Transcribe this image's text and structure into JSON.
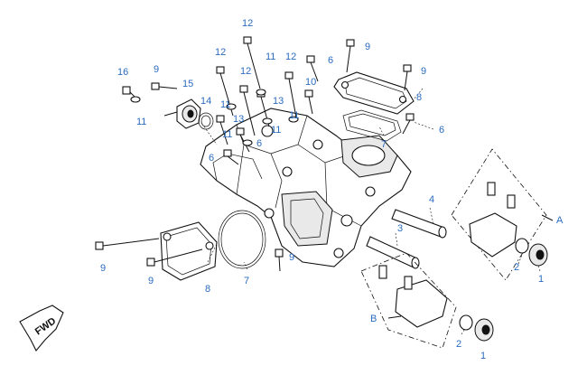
{
  "callouts": {
    "c12a": "12",
    "c12b": "12",
    "c12c": "12",
    "c12d": "12",
    "c9a": "9",
    "c9b": "9",
    "c9c": "9",
    "c9d": "9",
    "c9e": "9",
    "c9f": "9",
    "c16": "16",
    "c15": "15",
    "c14": "14",
    "c11a": "11",
    "c11b": "11",
    "c11c": "11",
    "c11d": "11",
    "c11e": "11",
    "c11f": "11",
    "c13a": "13",
    "c13b": "13",
    "c10": "10",
    "c6a": "6",
    "c6b": "6",
    "c6c": "6",
    "c6d": "6",
    "c8a": "8",
    "c8b": "8",
    "c7a": "7",
    "c7b": "7",
    "c4": "4",
    "c3": "3",
    "cA": "A",
    "cB": "B",
    "c2a": "2",
    "c2b": "2",
    "c1a": "1",
    "c1b": "1"
  },
  "fwd_mark": "FWD"
}
